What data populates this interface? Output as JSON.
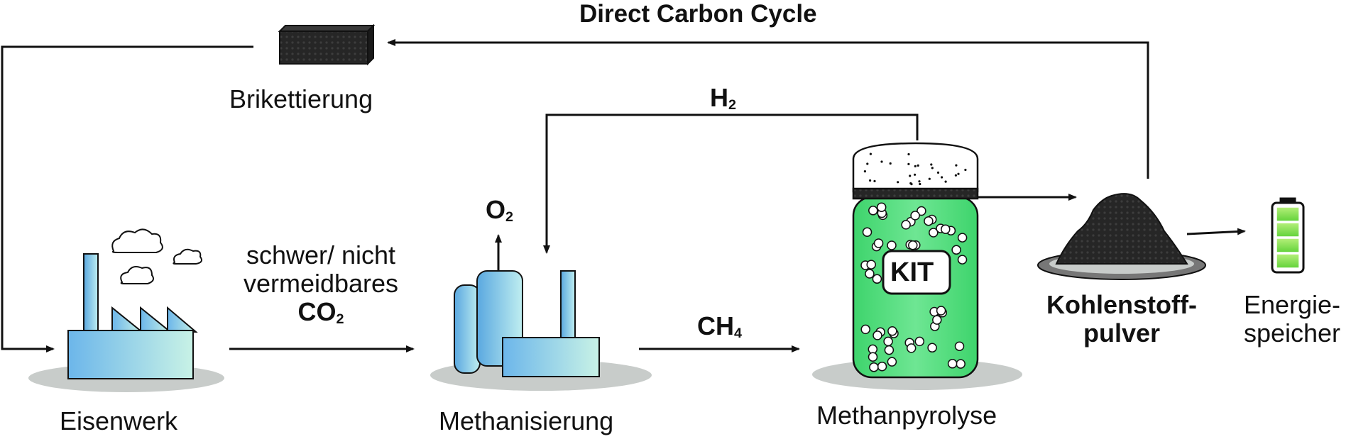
{
  "title": "Direct Carbon Cycle",
  "nodes": {
    "brikettierung": "Brikettierung",
    "eisenwerk": "Eisenwerk",
    "methanisierung": "Methanisierung",
    "methanpyrolyse": "Methanpyrolyse",
    "kohlenstoff_line1": "Kohlenstoff-",
    "kohlenstoff_line2": "pulver",
    "energie_line1": "Energie-",
    "energie_line2": "speicher"
  },
  "edges": {
    "co2_line1": "schwer/ nicht",
    "co2_line2": "vermeidbares",
    "co2_formula": "CO",
    "co2_sub": "2",
    "ch4_formula": "CH",
    "ch4_sub": "4",
    "h2_formula": "H",
    "h2_sub": "2",
    "o2_formula": "O",
    "o2_sub": "2"
  },
  "reactor_badge": "KIT",
  "colors": {
    "factory_blue": "#7fc2ea",
    "factory_light": "#c9f1e8",
    "reactor_green": "#4fdc7c",
    "carbon_black": "#222222",
    "shadow_gray": "#c8ccca",
    "battery_green": "#7ed957"
  }
}
